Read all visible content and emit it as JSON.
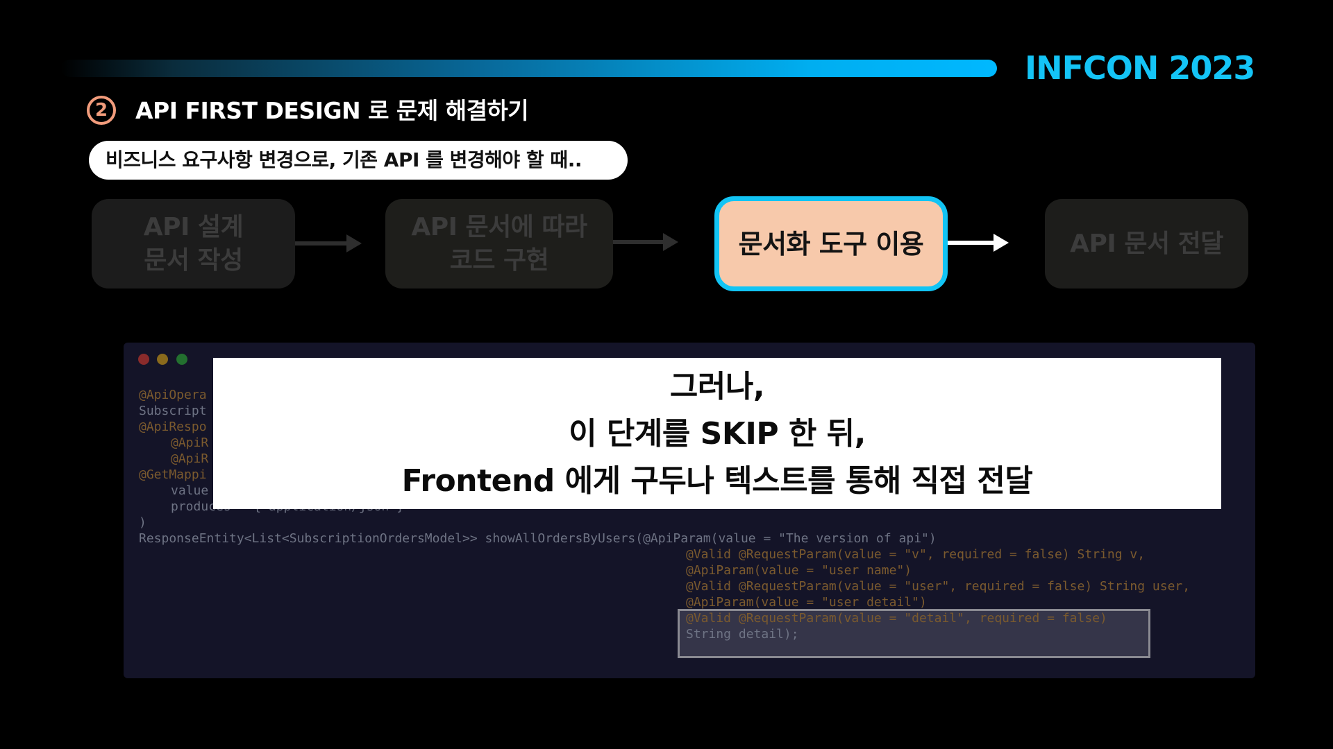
{
  "header": {
    "brand": "INFCON 2023"
  },
  "section": {
    "step_number": "2",
    "title": "API FIRST DESIGN 로 문제 해결하기",
    "subtitle": "비즈니스 요구사항 변경으로, 기존 API 를 변경해야 할 때.."
  },
  "flow": {
    "steps": [
      {
        "label": "API 설계\n문서 작성",
        "state": "dimmed"
      },
      {
        "label": "API 문서에 따라\n코드 구현",
        "state": "dimmed"
      },
      {
        "label": "문서화 도구 이용",
        "state": "active"
      },
      {
        "label": "API 문서 전달",
        "state": "dimmed"
      }
    ]
  },
  "code": {
    "visible_fragments": [
      "@ApiOpera",
      "Subscript",
      "@ApiRespo",
      "@ApiR",
      "@ApiR",
      "@GetMappi",
      "value",
      "produces = {\"application/json\"}",
      ")",
      "ResponseEntity<List<SubscriptionOrdersModel>> showAllOrdersByUsers(@ApiParam(value = \"The version of api\")",
      "@Valid @RequestParam(value = \"v\", required = false) String v,",
      "@ApiParam(value = \"user name\")",
      "@Valid @RequestParam(value = \"user\", required = false) String user,",
      "@ApiParam(value = \"user detail\")",
      "@Valid @RequestParam(value = \"detail\", required = false)",
      "String detail);"
    ]
  },
  "overlay": {
    "line1": "그러나,",
    "line2": "이 단계를 SKIP 한 뒤,",
    "line3": "Frontend 에게 구두나 텍스트를 통해 직접 전달"
  },
  "colors": {
    "background": "#000000",
    "brand": "#14c4f6",
    "step_circle": "#f29c7c",
    "active_fill": "#f7c9ab",
    "active_border": "#12c4f4",
    "code_bg": "#141428"
  }
}
